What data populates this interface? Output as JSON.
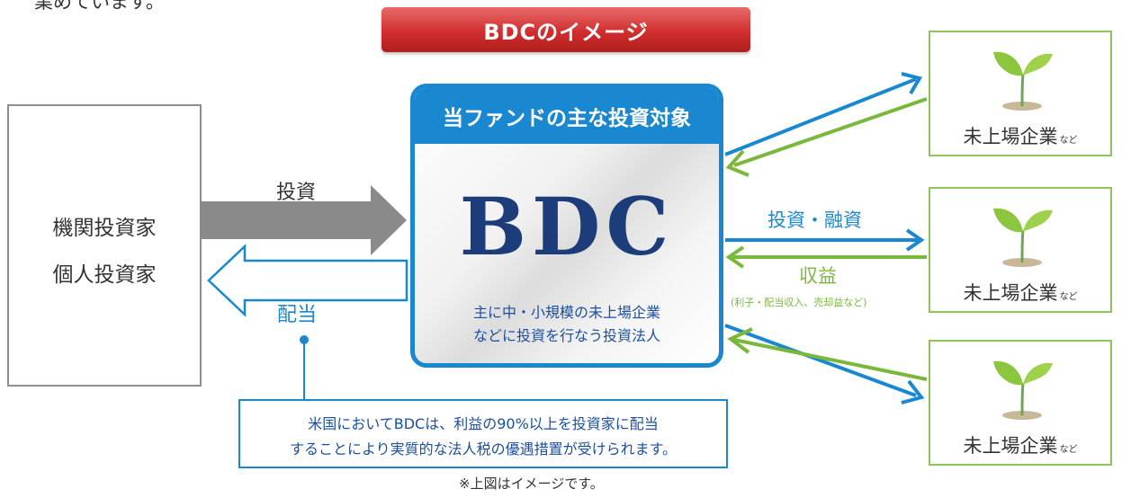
{
  "top_partial_text": "業めています。",
  "title": "BDCのイメージ",
  "investors": {
    "line1": "機関投資家",
    "line2": "個人投資家"
  },
  "bdc": {
    "header": "当ファンドの主な投資対象",
    "logo": "BDC",
    "desc_line1": "主に中・小規模の未上場企業",
    "desc_line2": "などに投資を行なう投資法人"
  },
  "labels": {
    "invest": "投資",
    "dividend": "配当",
    "invest_loan": "投資・融資",
    "revenue": "収益",
    "revenue_note": "(利子・配当収入、売却益など)"
  },
  "note": {
    "line1": "米国においてBDCは、利益の90%以上を投資家に配当",
    "line2": "することにより実質的な法人税の優遇措置が受けられます。"
  },
  "footer": "※上図はイメージです。",
  "companies": [
    {
      "label": "未上場企業",
      "suffix": "など"
    },
    {
      "label": "未上場企業",
      "suffix": "など"
    },
    {
      "label": "未上場企業",
      "suffix": "など"
    }
  ],
  "colors": {
    "banner_red": "#d12e2e",
    "bdc_blue": "#1a88d0",
    "logo_navy": "#1c3d7a",
    "flow_green": "#7ab83b",
    "invest_arrow_gray": "#8a8a8a"
  }
}
